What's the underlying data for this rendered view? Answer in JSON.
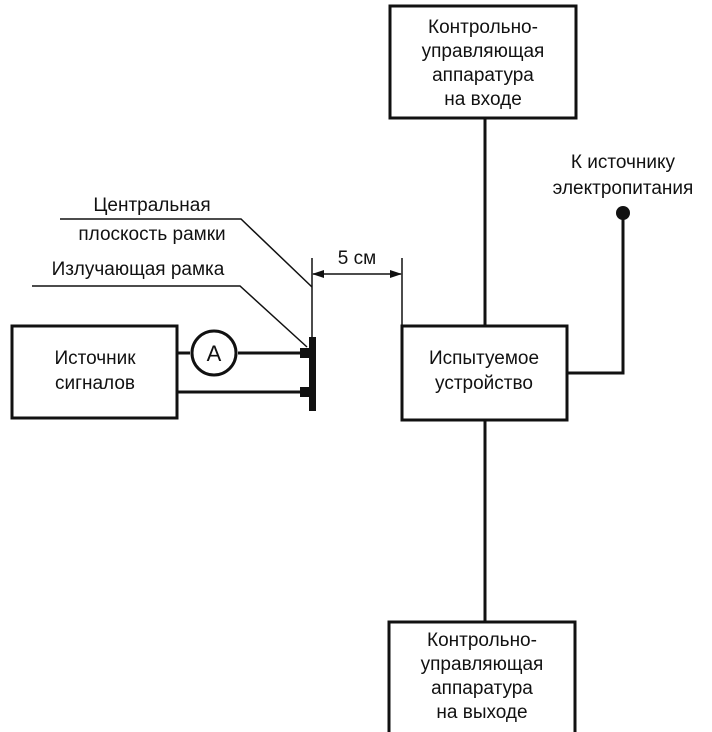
{
  "diagram": {
    "box_input_control": [
      "Контрольно-",
      "управляющая",
      "аппаратура",
      "на входе"
    ],
    "box_output_control": [
      "Контрольно-",
      "управляющая",
      "аппаратура",
      "на выходе"
    ],
    "box_dut": [
      "Испытуемое",
      "устройство"
    ],
    "box_signal_source": [
      "Источник",
      "сигналов"
    ],
    "ammeter_symbol": "A",
    "label_power": [
      "К источнику",
      "электропитания"
    ],
    "label_center_plane": [
      "Центральная",
      "плоскость рамки"
    ],
    "label_radiating_loop": "Излучающая рамка",
    "distance_label": "5 см"
  }
}
